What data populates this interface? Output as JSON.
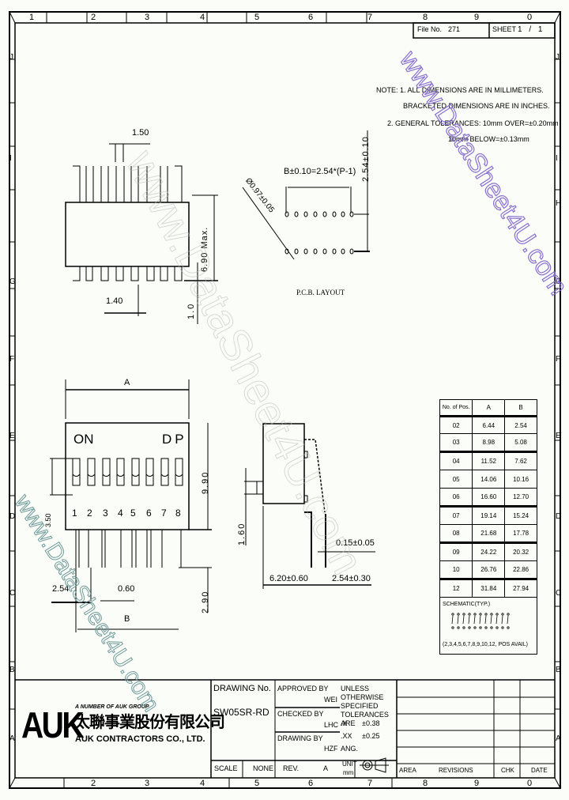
{
  "frame": {
    "columns": [
      "1",
      "2",
      "3",
      "4",
      "5",
      "6",
      "7",
      "8",
      "9",
      "0"
    ],
    "rows_left": [
      "J",
      "I",
      "H",
      "G",
      "F",
      "E",
      "D",
      "C",
      "B",
      "A"
    ],
    "rows_right": [
      "J",
      "I",
      "H",
      "G",
      "F",
      "E",
      "D",
      "C",
      "B",
      "A"
    ]
  },
  "header": {
    "file_no_label": "File No.",
    "file_no_value": "271",
    "sheet_label": "SHEET",
    "sheet_value": "1 / 1"
  },
  "notes": {
    "line1": "NOTE: 1. ALL DIMENSIONS ARE IN MILLIMETERS.",
    "line2": "BRACKETED DIMENSIONS ARE IN INCHES.",
    "line3": "2. GENERAL TOLERANCES: 10mm OVER=±0.20mm",
    "line4": "10mm BELOW=±0.13mm"
  },
  "top_view": {
    "pitch_dim": "1.50",
    "lead_dim": "1.40",
    "height_dim": "6.90 Max.",
    "standoff_dim": "1.0"
  },
  "pcb_layout": {
    "span_dim": "B±0.10=2.54*(P-1)",
    "row_dim": "2.54±0.10",
    "hole_dim": "Ø0.97±0.05",
    "caption": "P.C.B. LAYOUT",
    "holes_per_row": 8
  },
  "front_view": {
    "width_dim": "A",
    "label_on": "ON",
    "label_dp": "DP",
    "switch_numbers": [
      "1",
      "2",
      "3",
      "4",
      "5",
      "6",
      "7",
      "8"
    ],
    "height_dim": "9.90",
    "lead_len_dim": "2.90",
    "pitch_dim": "2.54",
    "lead_w_dim": "0.60",
    "span_dim": "B",
    "actuator_dim": "3.50"
  },
  "side_view": {
    "actuator_dim": "1.60",
    "lead_thk_dim": "0.15±0.05",
    "body_dim": "6.20±0.60",
    "row_dim": "2.54±0.30"
  },
  "position_table": {
    "headers": [
      "No. of Pos.",
      "A",
      "B"
    ],
    "rows": [
      [
        "02",
        "6.44",
        "2.54"
      ],
      [
        "03",
        "8.98",
        "5.08"
      ],
      [
        "04",
        "11.52",
        "7.62"
      ],
      [
        "05",
        "14.06",
        "10.16"
      ],
      [
        "06",
        "16.60",
        "12.70"
      ],
      [
        "07",
        "19.14",
        "15.24"
      ],
      [
        "08",
        "21.68",
        "17.78"
      ],
      [
        "09",
        "24.22",
        "20.32"
      ],
      [
        "10",
        "26.76",
        "22.86"
      ],
      [
        "12",
        "31.84",
        "27.94"
      ]
    ],
    "schematic_label": "SCHEMATIC(TYP.)",
    "schematic_note": "(2,3,4,5,6,7,8,9,10,12, POS AVAIL)"
  },
  "title_block": {
    "company_tagline": "A NUMBER OF AUK GROUP",
    "company_logo": "AUK",
    "company_chinese": "太聯事業股份有限公司",
    "company_name": "AUK CONTRACTORS CO., LTD.",
    "drawing_no_label": "DRAWING No.",
    "drawing_no_value": "SW05SR-RD",
    "approved_by_label": "APPROVED BY",
    "approved_by_value": "WEI",
    "checked_by_label": "CHECKED BY",
    "checked_by_value": "LHC",
    "drawing_by_label": "DRAWING BY",
    "drawing_by_value": "HZF",
    "tolerance_title": "UNLESS OTHERWISE SPECIFIED TOLERANCES ARE",
    "tol_x_label": ".X",
    "tol_x_value": "±0.38",
    "tol_xx_label": ".XX",
    "tol_xx_value": "±0.25",
    "tol_ang_label": "ANG.",
    "scale_label": "SCALE",
    "scale_value": "NONE",
    "rev_label": "REV.",
    "rev_value": "A",
    "unit_label": "UNIT",
    "unit_value": "mm",
    "area_label": "AREA",
    "revisions_label": "REVISIONS",
    "chk_label": "CHK",
    "date_label": "DATE"
  },
  "watermarks": {
    "main": "www.DataSheet4U.com",
    "purple": "www.DataSheet4U.com",
    "teal": "www.DataSheet4U.com",
    "gray2": "DataSheet4U.com"
  },
  "colors": {
    "background": "#fafdf8",
    "line": "#000000",
    "watermark_gray": "#c8c8c8",
    "watermark_purple": "#8a6fd0",
    "watermark_teal": "#6f9a9a"
  }
}
